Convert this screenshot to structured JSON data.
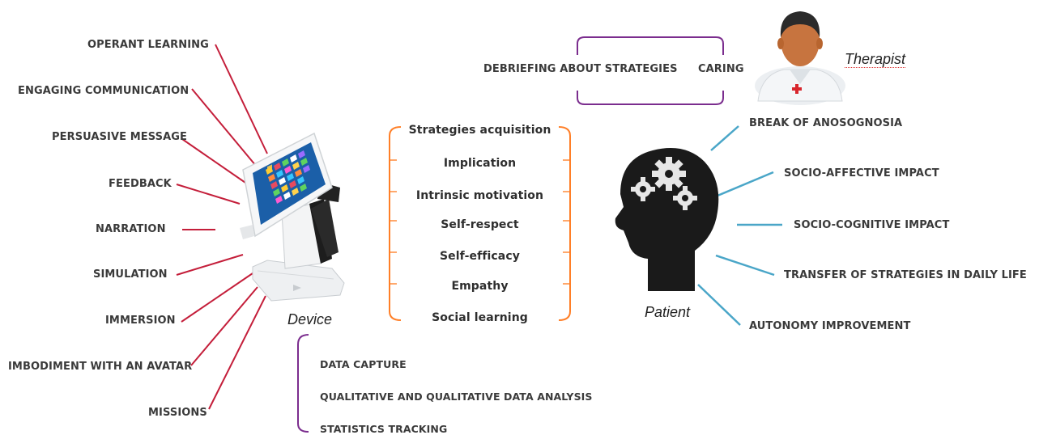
{
  "left_features": [
    "OPERANT LEARNING",
    "ENGAGING COMMUNICATION",
    "PERSUASIVE MESSAGE",
    "FEEDBACK",
    "NARRATION",
    "SIMULATION",
    "IMMERSION",
    "IMBODIMENT WITH AN AVATAR",
    "MISSIONS"
  ],
  "device_label": "Device",
  "device_outputs": [
    "DATA CAPTURE",
    "QUALITATIVE AND QUALITATIVE DATA ANALYSIS",
    "STATISTICS TRACKING"
  ],
  "middle_outcomes": [
    "Strategies acquisition",
    "Implication",
    "Intrinsic motivation",
    "Self-respect",
    "Self-efficacy",
    "Empathy",
    "Social learning"
  ],
  "therapist_actions": [
    "DEBRIEFING ABOUT STRATEGIES",
    "CARING"
  ],
  "therapist_label": "Therapist",
  "patient_label": "Patient",
  "patient_impacts": [
    "BREAK OF ANOSOGNOSIA",
    "SOCIO-AFFECTIVE IMPACT",
    "SOCIO-COGNITIVE IMPACT",
    "TRANSFER OF STRATEGIES IN DAILY LIFE",
    "AUTONOMY IMPROVEMENT"
  ],
  "colors": {
    "red_lines": "#c41e3a",
    "orange_brace": "#ff7f27",
    "purple": "#7b2d8e",
    "blue_lines": "#4aa6c8",
    "head": "#1a1a1a"
  },
  "icons": [
    "tablet-device-icon",
    "head-gears-icon",
    "therapist-avatar-icon"
  ]
}
